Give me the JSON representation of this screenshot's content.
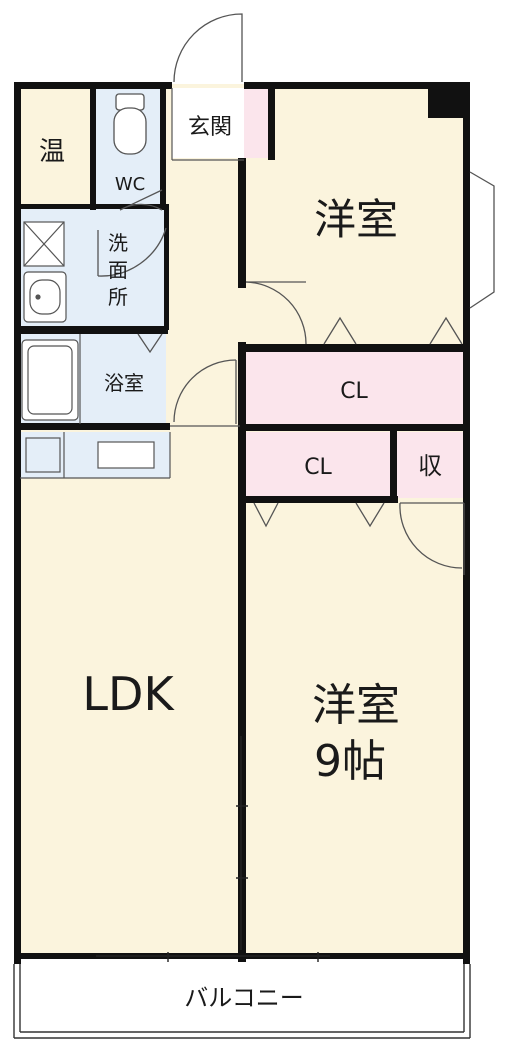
{
  "labels": {
    "heater": "温",
    "wc": "WC",
    "entrance": "玄関",
    "washroom": "洗面所",
    "bathroom": "浴室",
    "bedroom_top": "洋室",
    "closet_top": "CL",
    "closet_mid": "CL",
    "storage": "収",
    "ldk": "LDK",
    "bedroom_bottom_name": "洋室",
    "bedroom_bottom_size": "9帖",
    "balcony": "バルコニー"
  },
  "colors": {
    "room_floor": "#fbf4dd",
    "wet_area": "#e4eef8",
    "closet": "#fbe5ec",
    "balcony": "#ffffff",
    "wall": "#111111",
    "line": "#444444"
  }
}
